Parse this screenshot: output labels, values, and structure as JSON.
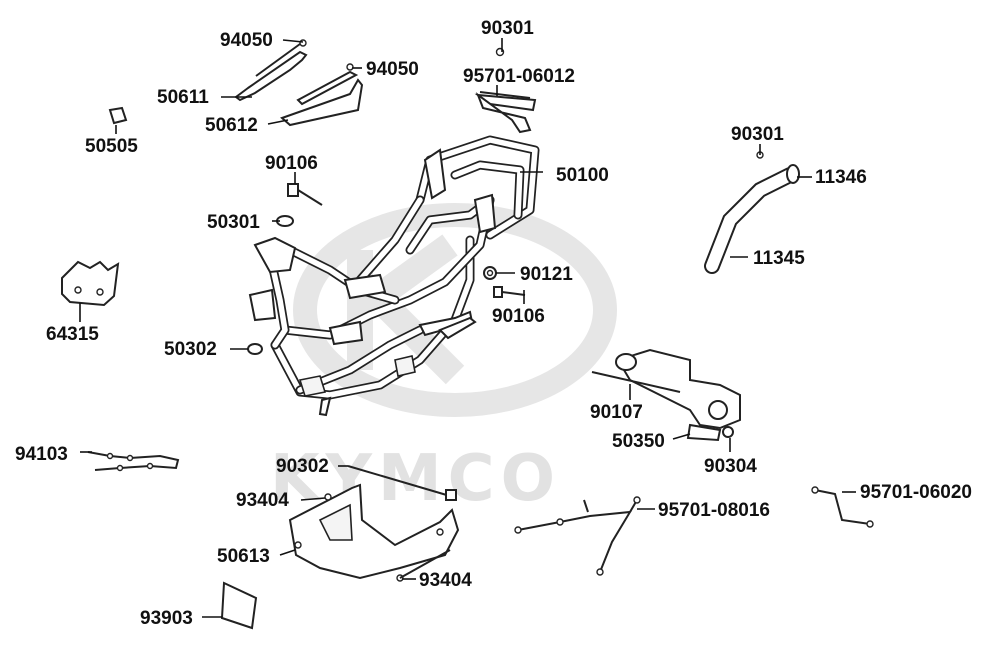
{
  "watermark": {
    "text": "KYMCO"
  },
  "labels": {
    "p94050_a": "94050",
    "p94050_b": "94050",
    "p50611": "50611",
    "p50612": "50612",
    "p50505": "50505",
    "p90301_a": "90301",
    "p95701_06012": "95701-06012",
    "p90301_b": "90301",
    "p11346": "11346",
    "p90106_a": "90106",
    "p50100": "50100",
    "p50301": "50301",
    "p11345": "11345",
    "p90121": "90121",
    "p64315": "64315",
    "p90106_b": "90106",
    "p50302": "50302",
    "p90107": "90107",
    "p50350": "50350",
    "p90304": "90304",
    "p94103": "94103",
    "p90302": "90302",
    "p93404_a": "93404",
    "p95701_08016": "95701-08016",
    "p95701_06020": "95701-06020",
    "p50613": "50613",
    "p93404_b": "93404",
    "p93903": "93903"
  }
}
